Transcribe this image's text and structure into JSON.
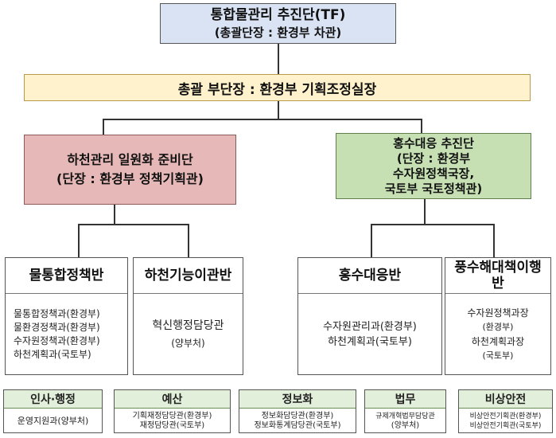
{
  "top": {
    "title": "통합물관리 추진단(TF)",
    "subtitle": "(총괄단장 : 환경부 차관)"
  },
  "deputy": {
    "label": "총괄 부단장 : 환경부 기획조정실장"
  },
  "groups": {
    "river": {
      "title": "하천관리 일원화 준비단",
      "subtitle": "(단장 : 환경부 정책기획관)"
    },
    "flood": {
      "title": "홍수대응 추진단",
      "line2": "(단장 : 환경부",
      "line3": "수자원정책국장,",
      "line4": "국토부 국토정책관)"
    }
  },
  "teams": [
    {
      "name": "물통합정책반",
      "items": [
        "물통합정책과(환경부)",
        "물환경정책과(환경부)",
        "수자원정책과(환경부)",
        "하천계획과(국토부)"
      ]
    },
    {
      "name": "하천기능이관반",
      "items": [
        "혁신행정담당관",
        "(양부처)"
      ]
    },
    {
      "name": "홍수대응반",
      "items": [
        "수자원관리과(환경부)",
        "하천계획과(국토부)"
      ]
    },
    {
      "name": "풍수해대책이행반",
      "items": [
        "수자원정책과장",
        "(환경부)",
        "하천계획과장",
        "(국토부)"
      ]
    }
  ],
  "support": [
    {
      "name": "인사·행정",
      "items": [
        "운영지원과(양부처)"
      ]
    },
    {
      "name": "예산",
      "items": [
        "기획재정담당관(환경부)",
        "재정담당관(국토부)"
      ]
    },
    {
      "name": "정보화",
      "items": [
        "정보화담당관(환경부)",
        "정보화통계담당관(국토부)"
      ]
    },
    {
      "name": "법무",
      "items": [
        "규제개혁법무담당관",
        "(양부처)"
      ]
    },
    {
      "name": "비상안전",
      "items": [
        "비상안전기획관(환경부)",
        "비상안전기획관(국토부)"
      ]
    }
  ],
  "colors": {
    "top": "#dae3f3",
    "deputy": "#fff2cc",
    "river": "#e6b8b7",
    "flood": "#c6e0b4",
    "support_head": "#e2efda"
  }
}
